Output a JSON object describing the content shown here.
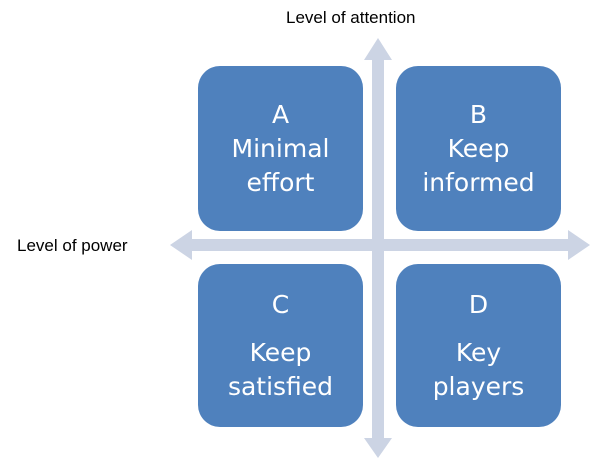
{
  "axes": {
    "vertical_label": "Level of attention",
    "horizontal_label": "Level of power",
    "arrow_color": "#ccd4e4"
  },
  "quadrants": {
    "box_color": "#4f81bd",
    "a": {
      "letter": "A",
      "line1": "Minimal",
      "line2": "effort"
    },
    "b": {
      "letter": "B",
      "line1": "Keep",
      "line2": "informed"
    },
    "c": {
      "letter": "C",
      "line1": "Keep",
      "line2": "satisfied"
    },
    "d": {
      "letter": "D",
      "line1": "Key",
      "line2": "players"
    }
  }
}
